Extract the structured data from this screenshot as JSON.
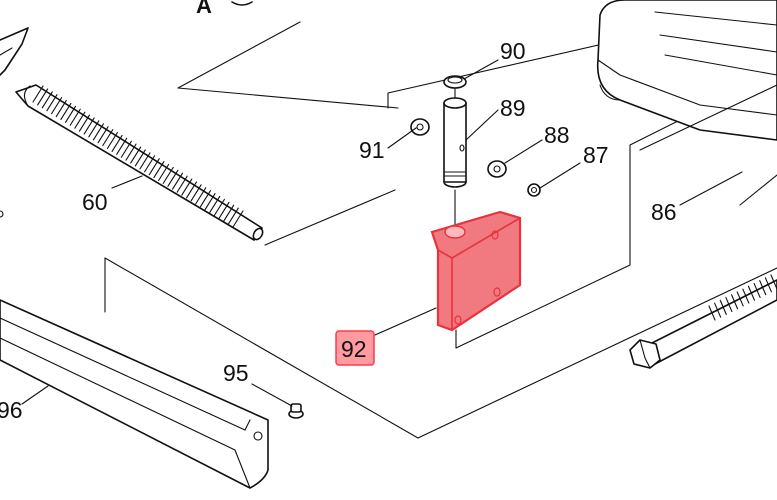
{
  "diagram": {
    "section_label": "A",
    "highlight_color": "#ee3b45",
    "highlighted_part": "92",
    "parts": [
      {
        "id": "p60",
        "label": "60"
      },
      {
        "id": "p86",
        "label": "86"
      },
      {
        "id": "p87",
        "label": "87"
      },
      {
        "id": "p88",
        "label": "88"
      },
      {
        "id": "p89",
        "label": "89"
      },
      {
        "id": "p90",
        "label": "90"
      },
      {
        "id": "p91",
        "label": "91"
      },
      {
        "id": "p92",
        "label": "92"
      },
      {
        "id": "p95",
        "label": "95"
      },
      {
        "id": "p96",
        "label": "96"
      }
    ]
  }
}
